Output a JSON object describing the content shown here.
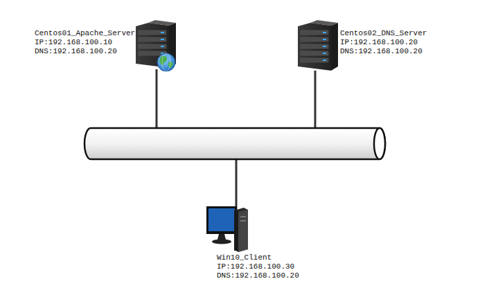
{
  "diagram": {
    "nodes": [
      {
        "text": [
          "Centos01_Apache_Server",
          "IP:192.168.100.10",
          "DNS:192.168.100.20"
        ]
      },
      {
        "text": [
          "Centos02_DNS_Server",
          "IP:192.168.100.20",
          "DNS:192.168.100.20"
        ]
      },
      {
        "text": [
          "Win10_Client",
          "IP:192.168.100.30",
          "DNS:192.168.100.20"
        ]
      }
    ]
  }
}
